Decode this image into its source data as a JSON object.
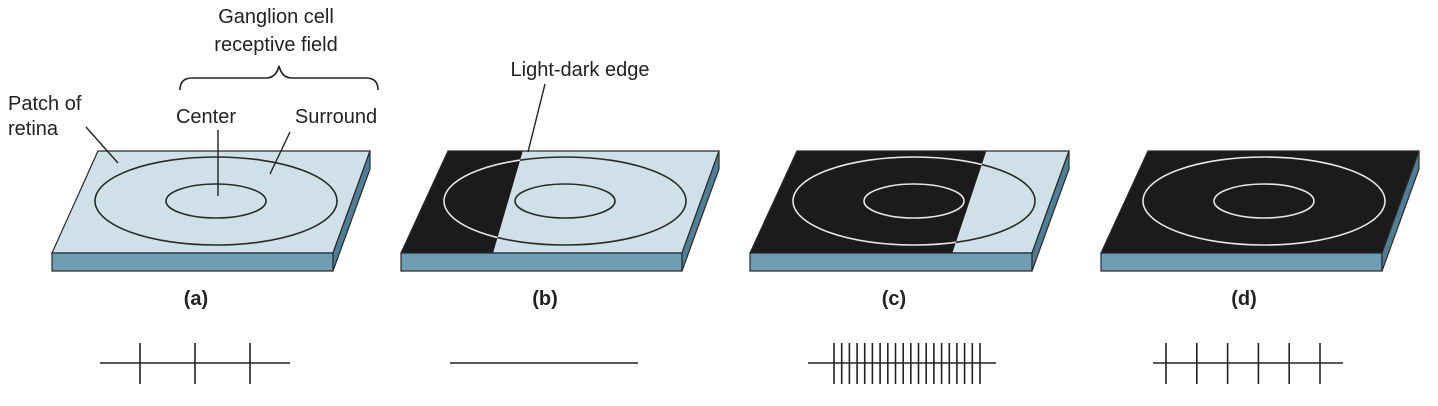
{
  "labels": {
    "ganglion_line1": "Ganglion cell",
    "ganglion_line2": "receptive field",
    "patch_line1": "Patch of",
    "patch_line2": "retina",
    "center": "Center",
    "surround": "Surround",
    "edge": "Light-dark edge"
  },
  "panels": [
    {
      "letter": "(a)",
      "state": "all-light",
      "spike_count": 3
    },
    {
      "letter": "(b)",
      "state": "dark-left-edge",
      "spike_count": 0
    },
    {
      "letter": "(c)",
      "state": "dark-right-edge",
      "spike_count": 20
    },
    {
      "letter": "(d)",
      "state": "all-dark",
      "spike_count": 6
    }
  ],
  "colors": {
    "light_surface": "#cfe0e8",
    "dark_surface": "#1c1a1b",
    "slab_edge": "#6e9db4",
    "slab_edge_dark": "#4f7f96",
    "ring_on_light": "#2a2a2a",
    "ring_on_dark": "#e6e6e6",
    "spike_line": "#222222"
  }
}
